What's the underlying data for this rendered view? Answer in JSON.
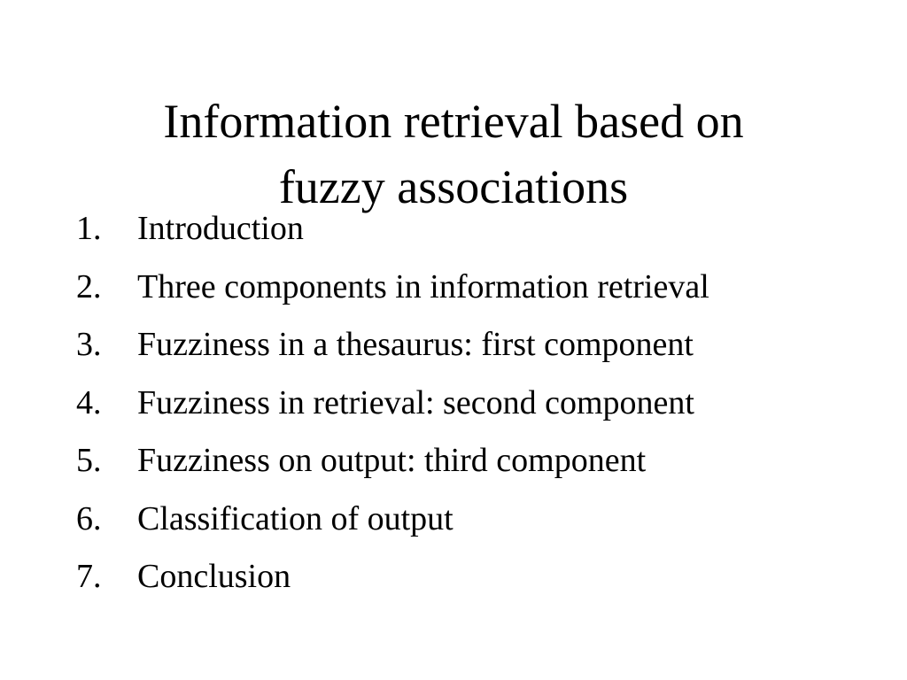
{
  "slide": {
    "title_line_1": "Information retrieval based on",
    "title_line_2": "fuzzy associations",
    "items": [
      {
        "number": "1.",
        "text": "Introduction"
      },
      {
        "number": "2.",
        "text": "Three components in information retrieval"
      },
      {
        "number": "3.",
        "text": "Fuzziness in a thesaurus: first component"
      },
      {
        "number": "4.",
        "text": "Fuzziness in retrieval: second component"
      },
      {
        "number": "5.",
        "text": "Fuzziness on output: third component"
      },
      {
        "number": "6.",
        "text": "Classification of output"
      },
      {
        "number": "7.",
        "text": "Conclusion"
      }
    ]
  },
  "colors": {
    "background": "#ffffff",
    "text": "#000000"
  }
}
